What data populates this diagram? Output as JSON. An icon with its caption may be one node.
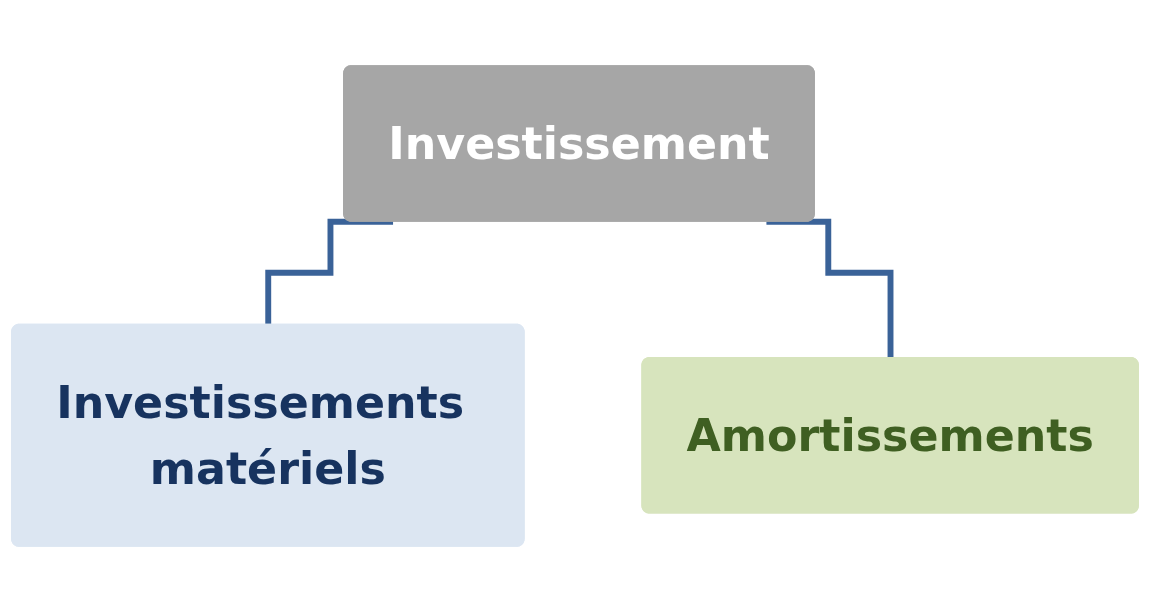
{
  "diagram": {
    "nodes": [
      {
        "text": [
          "Investissement"
        ]
      },
      {
        "text": [
          "Investissements matériels"
        ]
      },
      {
        "text": [
          "Amortissements"
        ]
      }
    ],
    "edges": [
      {
        "from": 0,
        "to": 1,
        "arrow": "none"
      },
      {
        "from": 0,
        "to": 2,
        "arrow": "none"
      }
    ]
  }
}
